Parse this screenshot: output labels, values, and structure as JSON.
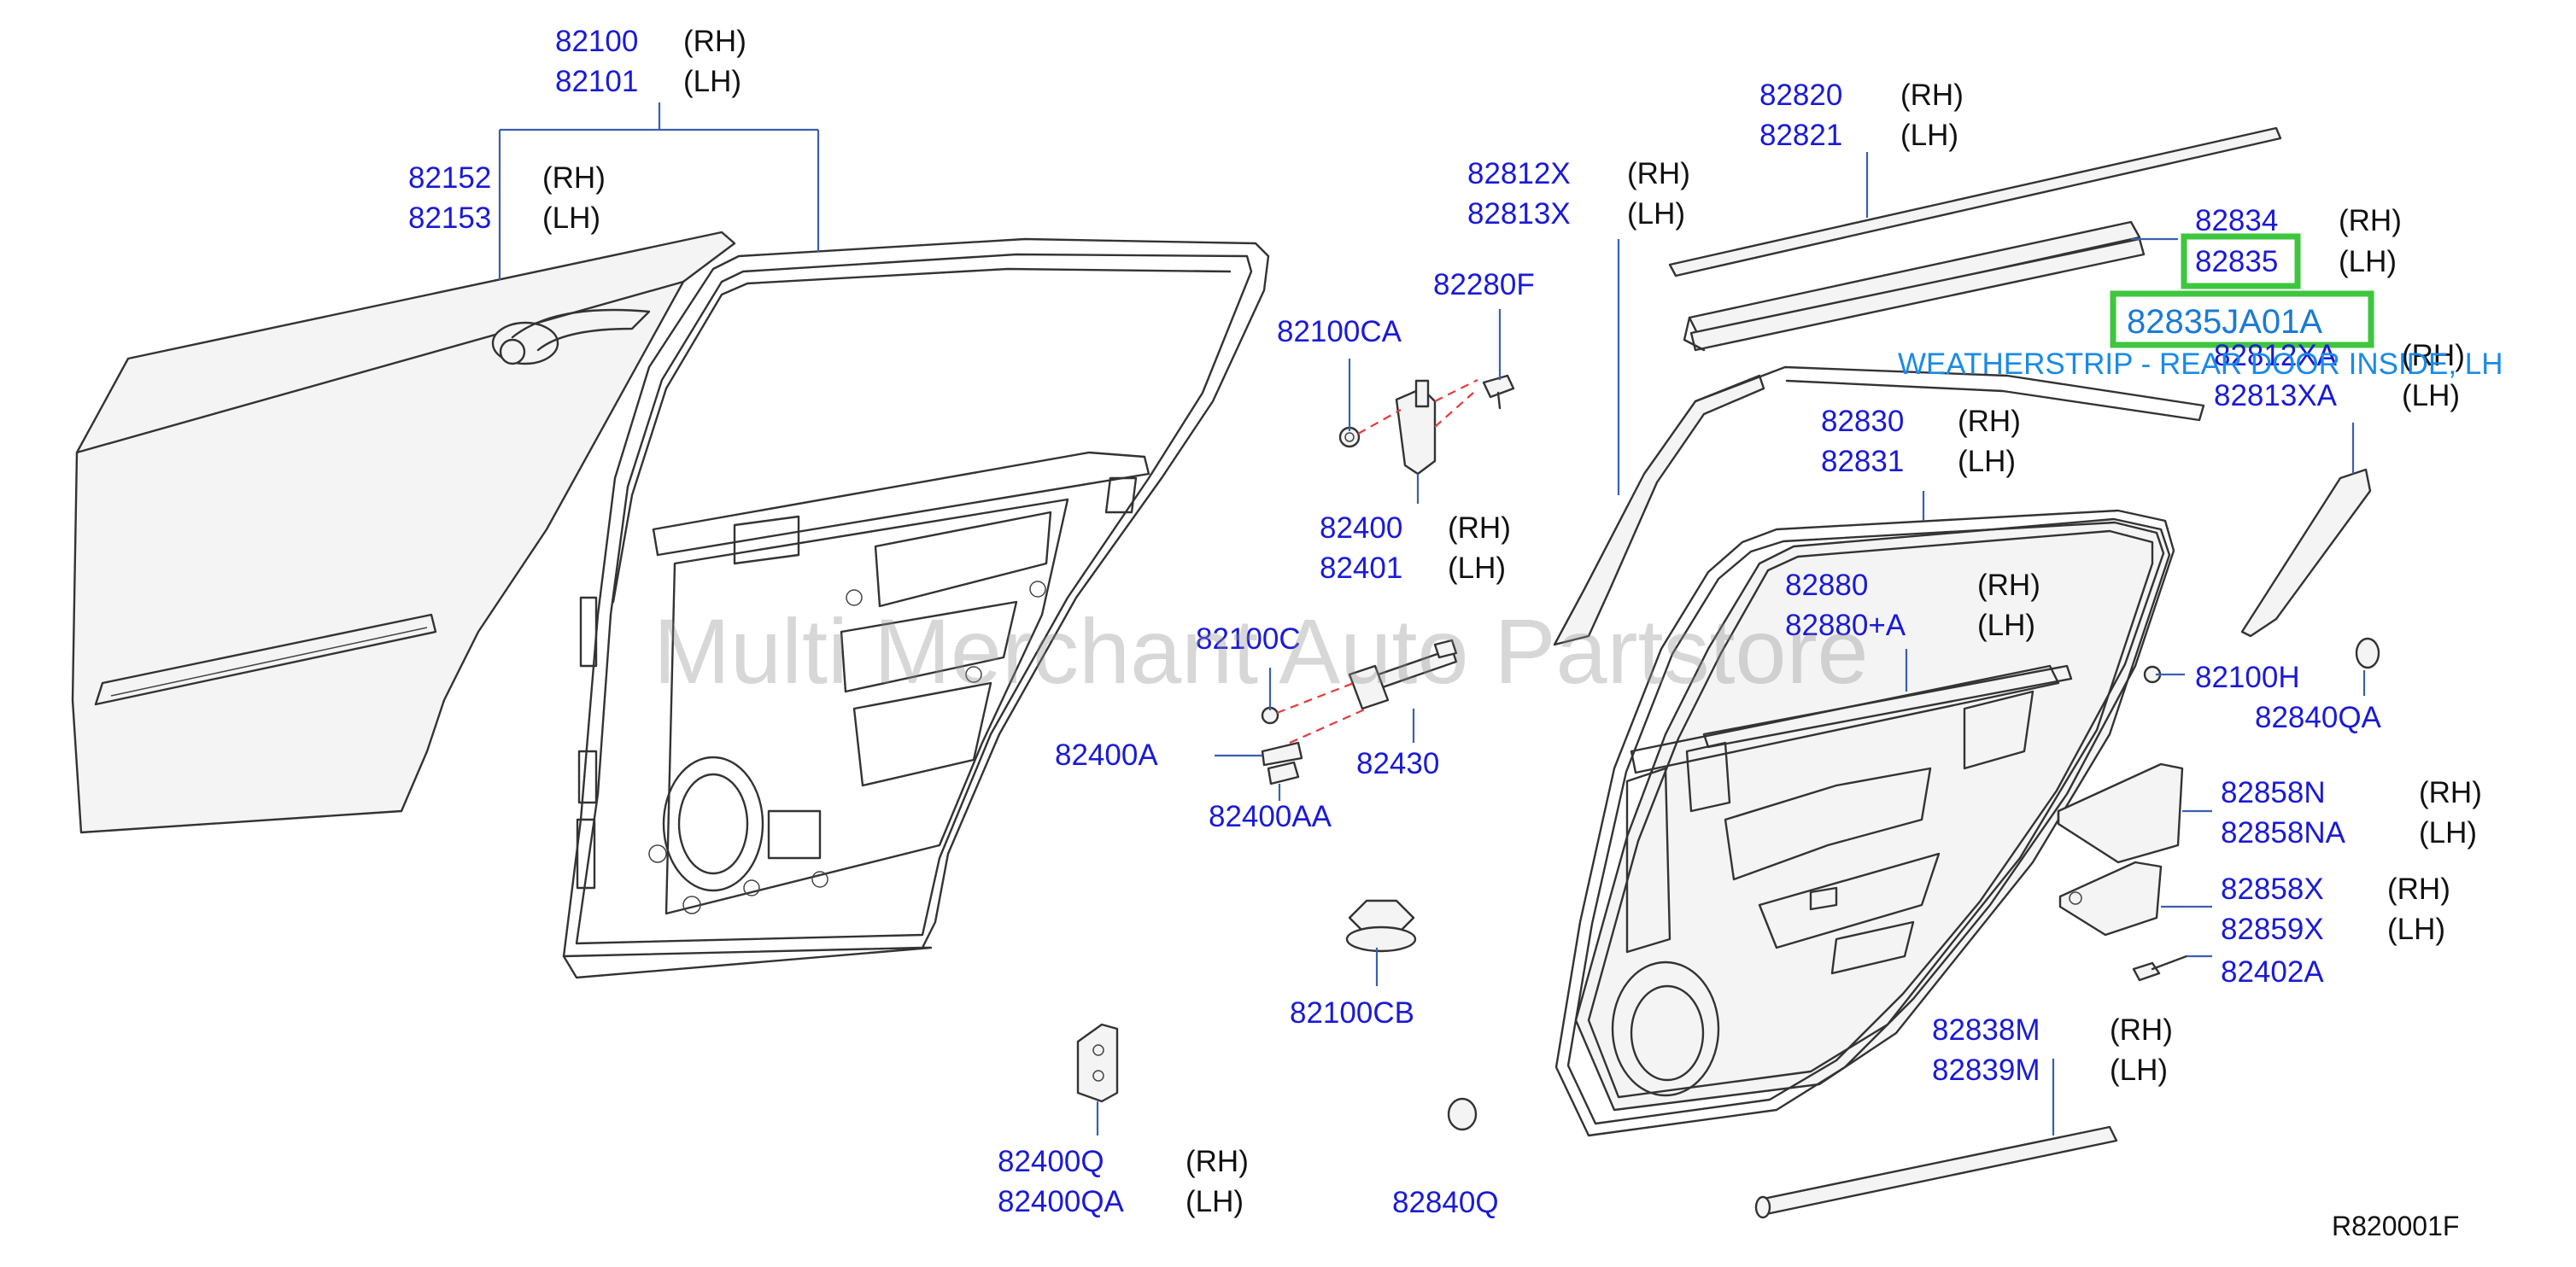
{
  "watermark": "Multi Merchant Auto Partstore",
  "diagram_ref": "R820001F",
  "highlight": {
    "part_number": "82835JA01A",
    "description": "WEATHERSTRIP - REAR DOOR INSIDE, LH",
    "color": "#3ec63e"
  },
  "callouts": {
    "c82100": {
      "code": "82100",
      "side": "(RH)"
    },
    "c82101": {
      "code": "82101",
      "side": "(LH)"
    },
    "c82152": {
      "code": "82152",
      "side": "(RH)"
    },
    "c82153": {
      "code": "82153",
      "side": "(LH)"
    },
    "c82820": {
      "code": "82820",
      "side": "(RH)"
    },
    "c82821": {
      "code": "82821",
      "side": "(LH)"
    },
    "c82812x": {
      "code": "82812X",
      "side": "(RH)"
    },
    "c82813x": {
      "code": "82813X",
      "side": "(LH)"
    },
    "c82834": {
      "code": "82834",
      "side": "(RH)"
    },
    "c82835": {
      "code": "82835",
      "side": "(LH)"
    },
    "c82812xa": {
      "code": "82812XA",
      "side": "(RH)"
    },
    "c82813xa": {
      "code": "82813XA",
      "side": "(LH)"
    },
    "c82830": {
      "code": "82830",
      "side": "(RH)"
    },
    "c82831": {
      "code": "82831",
      "side": "(LH)"
    },
    "c82880": {
      "code": "82880",
      "side": "(RH)"
    },
    "c82880a": {
      "code": "82880+A",
      "side": "(LH)"
    },
    "c82400": {
      "code": "82400",
      "side": "(RH)"
    },
    "c82401": {
      "code": "82401",
      "side": "(LH)"
    },
    "c82858n": {
      "code": "82858N",
      "side": "(RH)"
    },
    "c82858na": {
      "code": "82858NA",
      "side": "(LH)"
    },
    "c82858x": {
      "code": "82858X",
      "side": "(RH)"
    },
    "c82859x": {
      "code": "82859X",
      "side": "(LH)"
    },
    "c82838m": {
      "code": "82838M",
      "side": "(RH)"
    },
    "c82839m": {
      "code": "82839M",
      "side": "(LH)"
    },
    "c82400q": {
      "code": "82400Q",
      "side": "(RH)"
    },
    "c82400qa": {
      "code": "82400QA",
      "side": "(LH)"
    },
    "c82100ca": {
      "code": "82100CA"
    },
    "c82280f": {
      "code": "82280F"
    },
    "c82100c": {
      "code": "82100C"
    },
    "c82400a": {
      "code": "82400A"
    },
    "c82430": {
      "code": "82430"
    },
    "c82400aa": {
      "code": "82400AA"
    },
    "c82100cb": {
      "code": "82100CB"
    },
    "c82840q": {
      "code": "82840Q"
    },
    "c82100h": {
      "code": "82100H"
    },
    "c82840qa": {
      "code": "82840QA"
    },
    "c82402a": {
      "code": "82402A"
    }
  }
}
